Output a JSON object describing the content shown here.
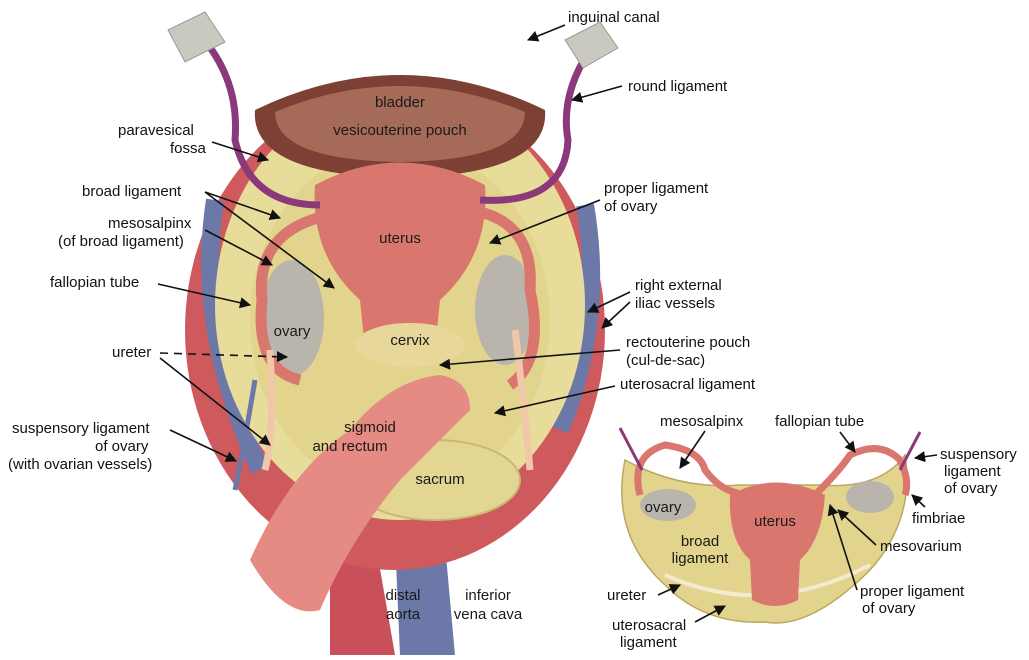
{
  "labels": {
    "inguinal_canal": "inguinal canal",
    "round_ligament": "round ligament",
    "paravesical_1": "paravesical",
    "paravesical_2": "fossa",
    "broad_ligament": "broad ligament",
    "mesosalpinx_1": "mesosalpinx",
    "mesosalpinx_2": "(of broad ligament)",
    "fallopian_tube": "fallopian tube",
    "ureter": "ureter",
    "suspensory_1": "suspensory ligament",
    "suspensory_2": "of ovary",
    "suspensory_3": "(with ovarian vessels)",
    "bladder": "bladder",
    "vesicouterine_pouch": "vesicouterine pouch",
    "uterus": "uterus",
    "ovary": "ovary",
    "cervix": "cervix",
    "sigmoid_1": "sigmoid",
    "sigmoid_2": "and rectum",
    "sacrum": "sacrum",
    "distal_aorta_1": "distal",
    "distal_aorta_2": "aorta",
    "ivc_1": "inferior",
    "ivc_2": "vena cava",
    "proper_ligament_1": "proper ligament",
    "proper_ligament_2": "of ovary",
    "right_iliac_1": "right external",
    "right_iliac_2": "iliac vessels",
    "rectouterine_1": "rectouterine pouch",
    "rectouterine_2": "(cul-de-sac)",
    "uterosacral_ligament": "uterosacral ligament"
  },
  "inset": {
    "mesosalpinx": "mesosalpinx",
    "fallopian_tube": "fallopian tube",
    "suspensory_1": "suspensory",
    "suspensory_2": "ligament",
    "suspensory_3": "of ovary",
    "fimbriae": "fimbriae",
    "ovary": "ovary",
    "uterus": "uterus",
    "broad_1": "broad",
    "broad_2": "ligament",
    "mesovarium": "mesovarium",
    "ureter": "ureter",
    "proper_1": "proper ligament",
    "proper_2": "of ovary",
    "uterosacral_1": "uterosacral",
    "uterosacral_2": "ligament"
  },
  "colors": {
    "peritoneum": "#e8dc9a",
    "uterus": "#d9776f",
    "bladder": "#9b5a4c",
    "round_ligament": "#8a3a7a",
    "ovary": "#b9b5ad",
    "vessel_red": "#c9505a",
    "vessel_blue": "#6b78a8"
  }
}
